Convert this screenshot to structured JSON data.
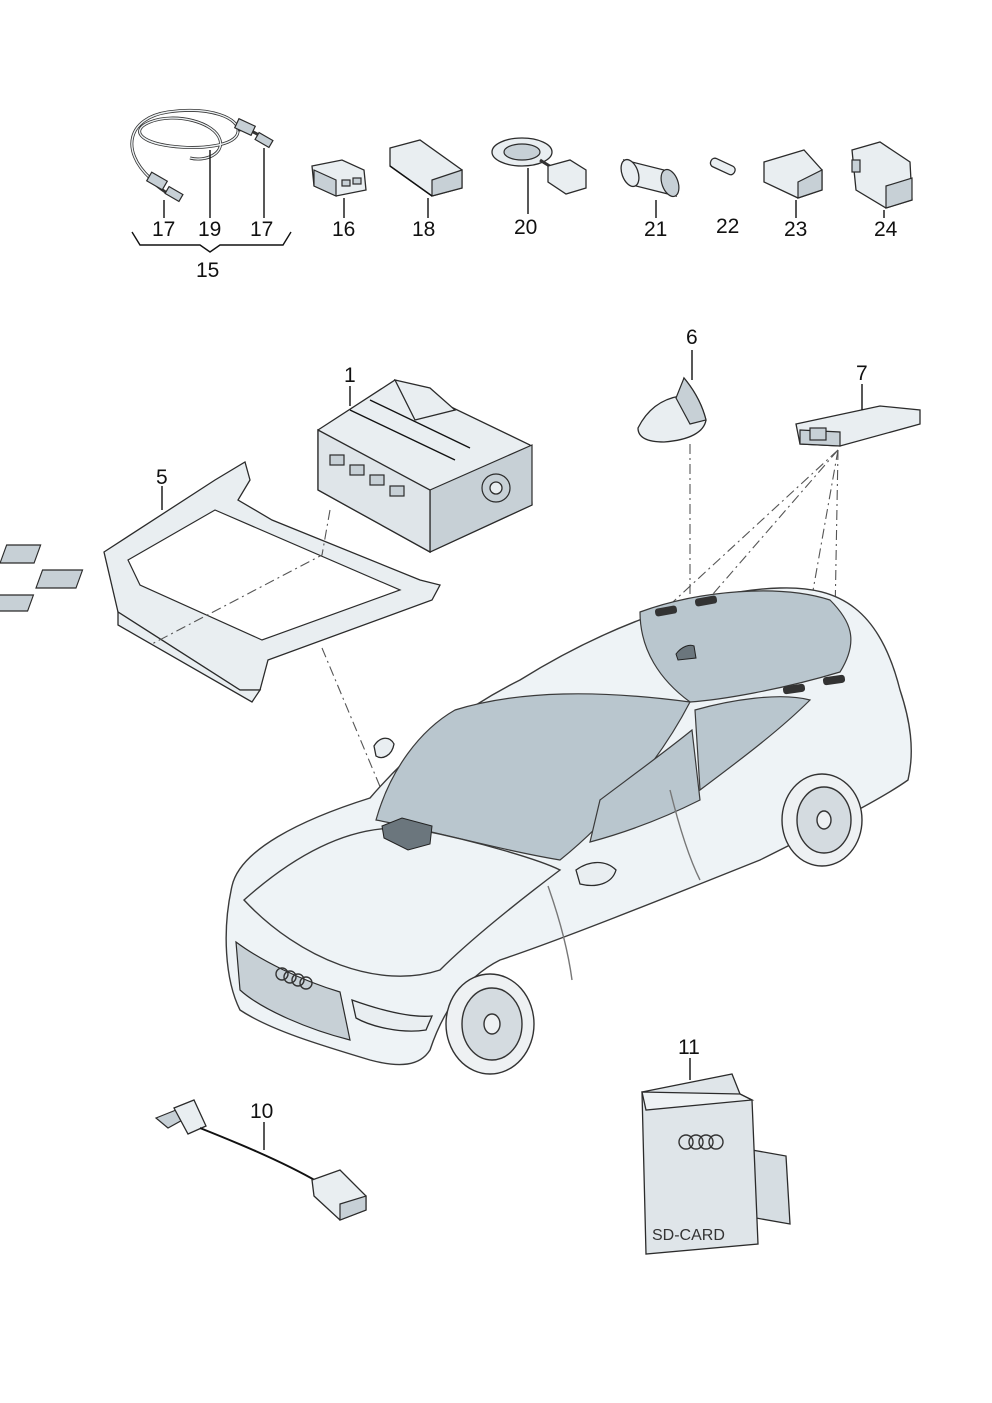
{
  "callouts": [
    {
      "id": "c17a",
      "text": "17"
    },
    {
      "id": "c19",
      "text": "19"
    },
    {
      "id": "c17b",
      "text": "17"
    },
    {
      "id": "c15",
      "text": "15"
    },
    {
      "id": "c16",
      "text": "16"
    },
    {
      "id": "c18",
      "text": "18"
    },
    {
      "id": "c20",
      "text": "20"
    },
    {
      "id": "c21",
      "text": "21"
    },
    {
      "id": "c22",
      "text": "22"
    },
    {
      "id": "c23",
      "text": "23"
    },
    {
      "id": "c24",
      "text": "24"
    },
    {
      "id": "c1",
      "text": "1"
    },
    {
      "id": "c5",
      "text": "5"
    },
    {
      "id": "c6",
      "text": "6"
    },
    {
      "id": "c7",
      "text": "7"
    },
    {
      "id": "c10",
      "text": "10"
    },
    {
      "id": "c11",
      "text": "11"
    }
  ],
  "sd_card_label": "SD-CARD",
  "colors": {
    "line": "#2b2b2b",
    "part_fill": "#e9eef1",
    "glass": "#b9c6ce",
    "marker": "#3a3a3a"
  }
}
